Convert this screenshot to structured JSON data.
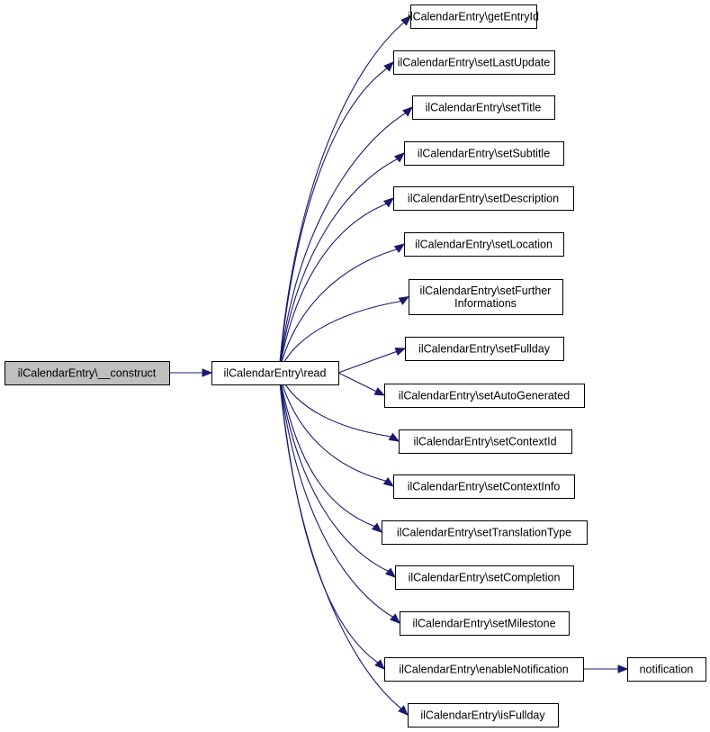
{
  "diagram": {
    "colors": {
      "edge": "#191970",
      "root_fill": "#bfbfbf",
      "node_fill": "#ffffff",
      "border": "#000000"
    },
    "nodes": [
      {
        "id": "construct",
        "lines": [
          "ilCalendarEntry\\__construct"
        ],
        "root": true
      },
      {
        "id": "read",
        "lines": [
          "ilCalendarEntry\\read"
        ]
      },
      {
        "id": "getEntryId",
        "lines": [
          "ilCalendarEntry\\getEntryId"
        ]
      },
      {
        "id": "setLastUpdate",
        "lines": [
          "ilCalendarEntry\\setLastUpdate"
        ]
      },
      {
        "id": "setTitle",
        "lines": [
          "ilCalendarEntry\\setTitle"
        ]
      },
      {
        "id": "setSubtitle",
        "lines": [
          "ilCalendarEntry\\setSubtitle"
        ]
      },
      {
        "id": "setDescription",
        "lines": [
          "ilCalendarEntry\\setDescription"
        ]
      },
      {
        "id": "setLocation",
        "lines": [
          "ilCalendarEntry\\setLocation"
        ]
      },
      {
        "id": "setFurtherInformations",
        "lines": [
          "ilCalendarEntry\\setFurther",
          "Informations"
        ]
      },
      {
        "id": "setFullday",
        "lines": [
          "ilCalendarEntry\\setFullday"
        ]
      },
      {
        "id": "setAutoGenerated",
        "lines": [
          "ilCalendarEntry\\setAutoGenerated"
        ]
      },
      {
        "id": "setContextId",
        "lines": [
          "ilCalendarEntry\\setContextId"
        ]
      },
      {
        "id": "setContextInfo",
        "lines": [
          "ilCalendarEntry\\setContextInfo"
        ]
      },
      {
        "id": "setTranslationType",
        "lines": [
          "ilCalendarEntry\\setTranslationType"
        ]
      },
      {
        "id": "setCompletion",
        "lines": [
          "ilCalendarEntry\\setCompletion"
        ]
      },
      {
        "id": "setMilestone",
        "lines": [
          "ilCalendarEntry\\setMilestone"
        ]
      },
      {
        "id": "enableNotification",
        "lines": [
          "ilCalendarEntry\\enableNotification"
        ]
      },
      {
        "id": "notification",
        "lines": [
          "notification"
        ]
      },
      {
        "id": "isFullday",
        "lines": [
          "ilCalendarEntry\\isFullday"
        ]
      }
    ],
    "edges": [
      {
        "from": "construct",
        "to": "read"
      },
      {
        "from": "read",
        "to": "getEntryId"
      },
      {
        "from": "read",
        "to": "setLastUpdate"
      },
      {
        "from": "read",
        "to": "setTitle"
      },
      {
        "from": "read",
        "to": "setSubtitle"
      },
      {
        "from": "read",
        "to": "setDescription"
      },
      {
        "from": "read",
        "to": "setLocation"
      },
      {
        "from": "read",
        "to": "setFurtherInformations"
      },
      {
        "from": "read",
        "to": "setFullday"
      },
      {
        "from": "read",
        "to": "setAutoGenerated"
      },
      {
        "from": "read",
        "to": "setContextId"
      },
      {
        "from": "read",
        "to": "setContextInfo"
      },
      {
        "from": "read",
        "to": "setTranslationType"
      },
      {
        "from": "read",
        "to": "setCompletion"
      },
      {
        "from": "read",
        "to": "setMilestone"
      },
      {
        "from": "read",
        "to": "enableNotification"
      },
      {
        "from": "read",
        "to": "isFullday"
      },
      {
        "from": "enableNotification",
        "to": "notification"
      }
    ]
  }
}
